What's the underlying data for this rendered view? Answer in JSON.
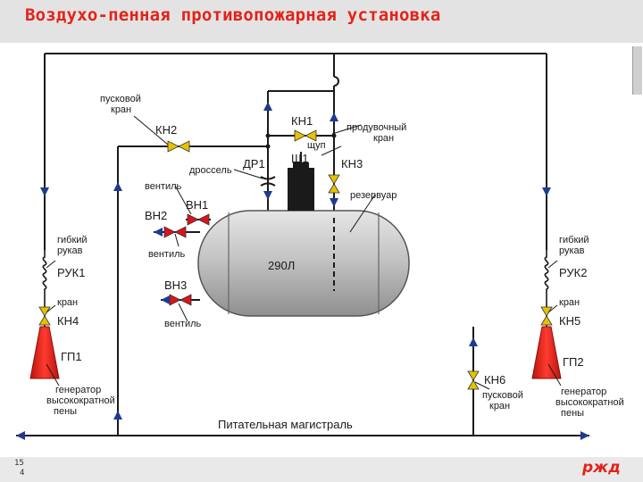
{
  "title": "Воздухо-пенная противопожарная установка",
  "page_number": [
    "15",
    "4"
  ],
  "logo": "ржд",
  "colors": {
    "title": "#e2231a",
    "pipe": "#1a1a1a",
    "arrow": "#1f3a8f",
    "generator": "#e8251f",
    "valve_yellow": "#e6c200",
    "valve_red": "#d9141a",
    "tank": "#b9b9b9"
  },
  "labels": {
    "start_valve": [
      "пусковой",
      "кран"
    ],
    "kn2": "КН2",
    "kn1": "КН1",
    "purge_valve": [
      "продувочный",
      "кран"
    ],
    "probe_small": "щуп",
    "sch1": "Щ1",
    "kn3": "КН3",
    "throttle": "дроссель",
    "dr1": "ДР1",
    "valve_top": "вентиль",
    "vn1": "ВН1",
    "vn2": "ВН2",
    "valve_mid": "вентиль",
    "vn3": "ВН3",
    "valve_bottom": "вентиль",
    "reservoir": "резервуар",
    "volume": "290Л",
    "hose_left": [
      "гибкий",
      "рукав"
    ],
    "ruk1": "РУК1",
    "valve_left": "кран",
    "kn4": "КН4",
    "gp1": "ГП1",
    "generator_left": [
      "генератор",
      "высокократной",
      "пены"
    ],
    "hose_right": [
      "гибкий",
      "рукав"
    ],
    "ruk2": "РУК2",
    "valve_right": "кран",
    "kn5": "КН5",
    "gp2": "ГП2",
    "generator_right": [
      "генератор",
      "высокократной",
      "пены"
    ],
    "kn6": "КН6",
    "start_valve_bottom": [
      "пусковой",
      "кран"
    ],
    "main_line": "Питательная магистраль"
  }
}
